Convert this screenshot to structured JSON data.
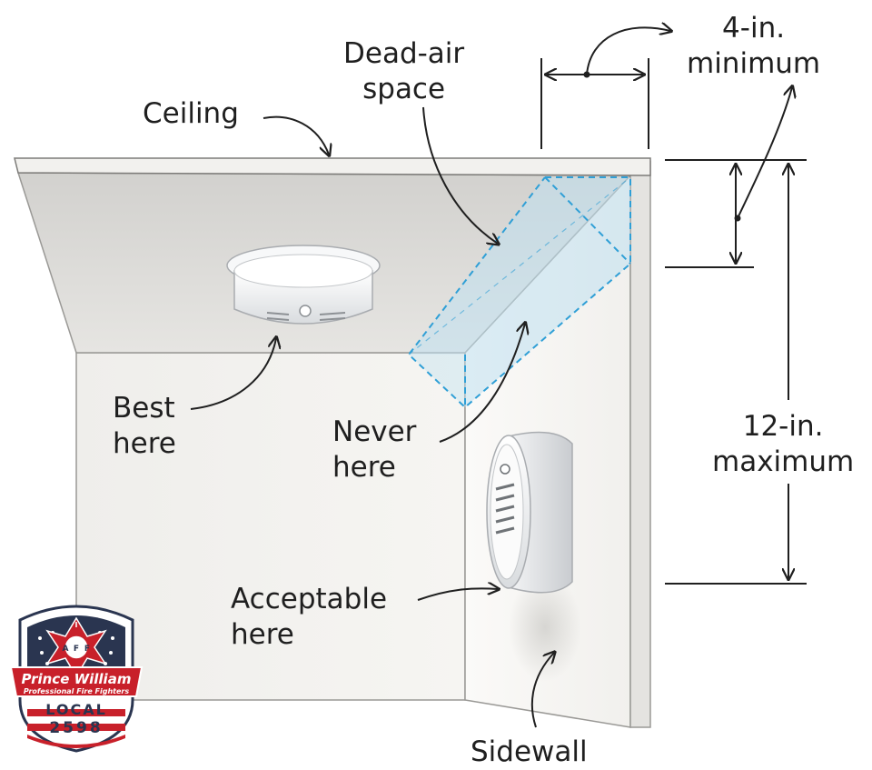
{
  "labels": {
    "ceiling": "Ceiling",
    "dead_air_line1": "Dead-air",
    "dead_air_line2": "space",
    "four_in_line1": "4-in.",
    "four_in_line2": "minimum",
    "twelve_in_line1": "12-in.",
    "twelve_in_line2": "maximum",
    "best_line1": "Best",
    "best_line2": "here",
    "never_line1": "Never",
    "never_line2": "here",
    "acceptable_line1": "Acceptable",
    "acceptable_line2": "here",
    "sidewall": "Sidewall"
  },
  "logo": {
    "name_line1": "Prince William",
    "name_line2": "Professional Fire Fighters",
    "local_word": "LOCAL",
    "local_number": "2598",
    "emblem_letters": [
      "I",
      "A",
      "F",
      "F"
    ]
  },
  "colors": {
    "ceiling_face": "#dcdbd8",
    "wall_face": "#f3f2ef",
    "sidewall_face": "#f8f7f5",
    "dead_air": "#bfe0f0",
    "dead_air_border": "#2f9fd6",
    "ink": "#1f1f1f",
    "logo_red": "#c8202a",
    "logo_navy": "#2a3550"
  }
}
